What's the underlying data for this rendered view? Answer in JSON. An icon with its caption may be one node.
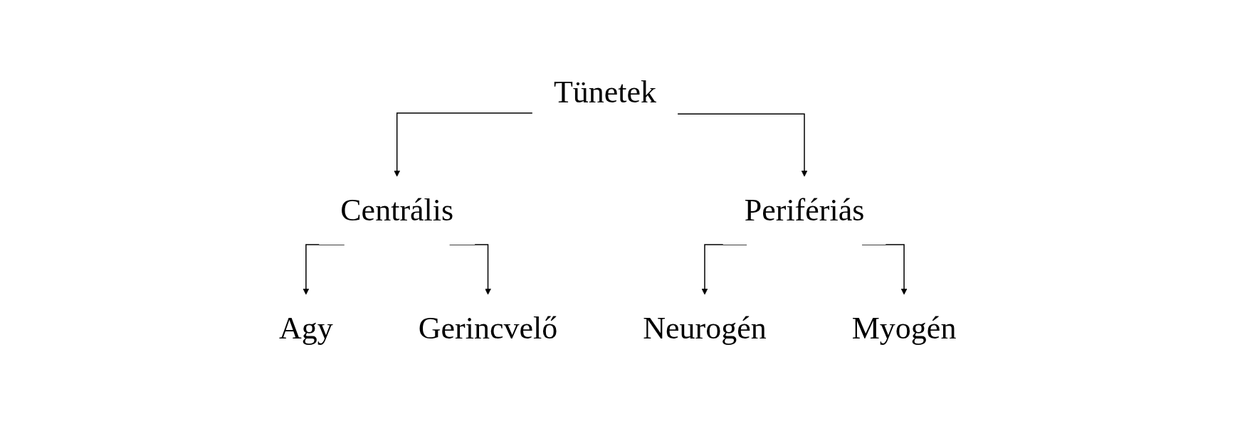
{
  "diagram": {
    "nodes": [
      {
        "text": [
          "Tünetek"
        ]
      },
      {
        "text": [
          "Centrális"
        ]
      },
      {
        "text": [
          "Perifériás"
        ]
      },
      {
        "text": [
          "Agy"
        ]
      },
      {
        "text": [
          "Gerincvelő"
        ]
      },
      {
        "text": [
          "Neurogén"
        ]
      },
      {
        "text": [
          "Myogén"
        ]
      }
    ],
    "edges": [
      {
        "from": 0,
        "to": 1,
        "arrow": "to"
      },
      {
        "from": 0,
        "to": 2,
        "arrow": "to"
      },
      {
        "from": 1,
        "to": 3,
        "arrow": "to"
      },
      {
        "from": 1,
        "to": 4,
        "arrow": "to"
      },
      {
        "from": 2,
        "to": 5,
        "arrow": "to"
      },
      {
        "from": 2,
        "to": 6,
        "arrow": "to"
      }
    ]
  }
}
